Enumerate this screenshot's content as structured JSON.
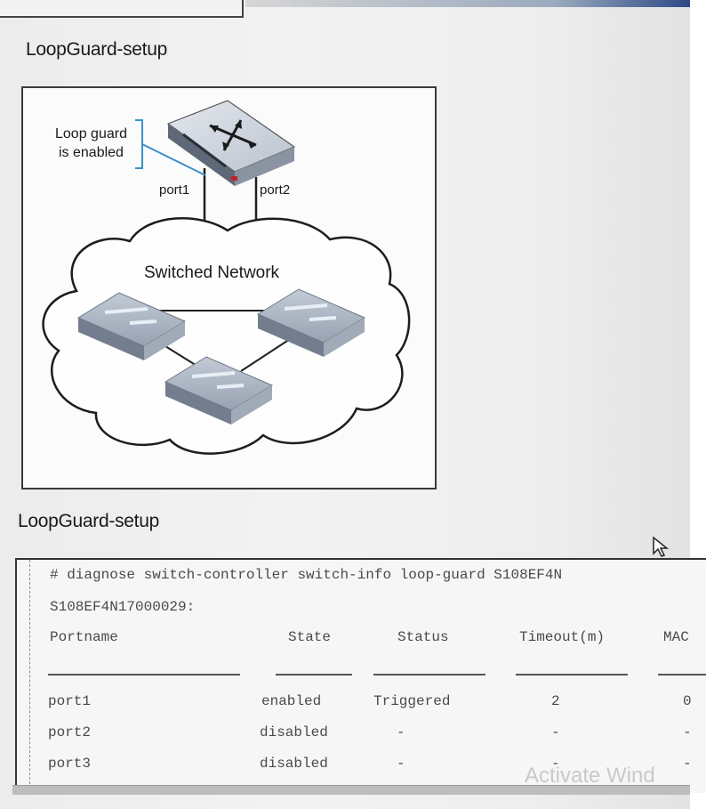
{
  "headings": {
    "top": "LoopGuard-setup",
    "bottom": "LoopGuard-setup"
  },
  "diagram": {
    "callout_line1": "Loop guard",
    "callout_line2": "is enabled",
    "port1_label": "port1",
    "port2_label": "port2",
    "cloud_label": "Switched Network"
  },
  "terminal": {
    "command": "# diagnose switch-controller switch-info loop-guard S108EF4N",
    "serial": "S108EF4N17000029:",
    "columns": [
      "Portname",
      "State",
      "Status",
      "Timeout(m)",
      "MAC"
    ],
    "rows": [
      [
        "port1",
        "enabled",
        "Triggered",
        "2",
        "0"
      ],
      [
        "port2",
        "disabled",
        "-",
        "-",
        "-"
      ],
      [
        "port3",
        "disabled",
        "-",
        "-",
        "-"
      ]
    ]
  },
  "watermark": "Activate Wind",
  "colors": {
    "accent_red": "#c0242b",
    "switch_body": "#d5dae2",
    "arrow_blue": "#9fb0c6"
  }
}
